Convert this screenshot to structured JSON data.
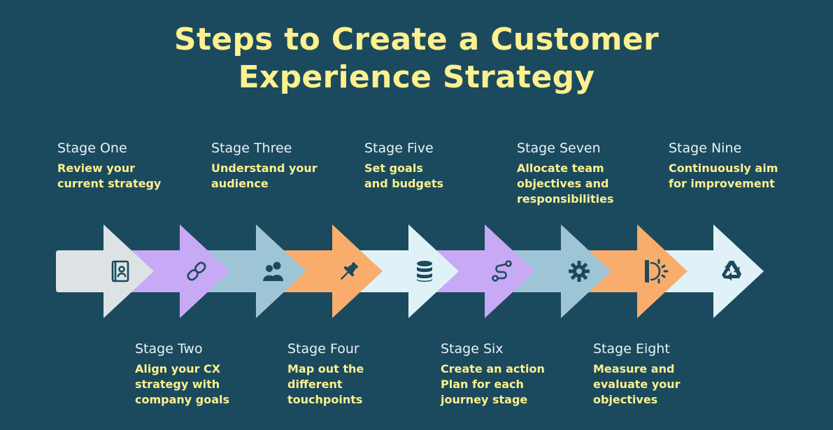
{
  "title": {
    "line1": "Steps to Create a Customer",
    "line2": "Experience Strategy"
  },
  "stages": [
    {
      "label": "Stage One",
      "desc": [
        "Review your",
        "current strategy"
      ],
      "color": "#dde3e5",
      "icon": "contact-book-icon"
    },
    {
      "label": "Stage Two",
      "desc": [
        "Align your CX",
        "strategy with",
        "company goals"
      ],
      "color": "#c7a9f6",
      "icon": "link-icon"
    },
    {
      "label": "Stage Three",
      "desc": [
        "Understand your",
        "audience"
      ],
      "color": "#9ec5d5",
      "icon": "users-icon"
    },
    {
      "label": "Stage Four",
      "desc": [
        "Map out the",
        "different",
        "touchpoints"
      ],
      "color": "#f8ad6c",
      "icon": "pushpin-icon"
    },
    {
      "label": "Stage Five",
      "desc": [
        "Set goals",
        "and budgets"
      ],
      "color": "#e0f2f8",
      "icon": "database-icon"
    },
    {
      "label": "Stage Six",
      "desc": [
        "Create an action",
        "Plan for each",
        "journey stage"
      ],
      "color": "#c7a9f6",
      "icon": "route-icon"
    },
    {
      "label": "Stage Seven",
      "desc": [
        "Allocate team",
        "objectives and",
        "responsibilities"
      ],
      "color": "#9ec5d5",
      "icon": "gear-icon"
    },
    {
      "label": "Stage Eight",
      "desc": [
        "Measure and",
        "evaluate your",
        "objectives"
      ],
      "color": "#f8ad6c",
      "icon": "ruler-gear-icon"
    },
    {
      "label": "Stage Nine",
      "desc": [
        "Continuously aim",
        "for improvement"
      ],
      "color": "#e0f2f8",
      "icon": "recycle-icon"
    }
  ],
  "colors": {
    "background": "#1b4a5e",
    "title": "#fdf08f",
    "icon": "#1b4a5e"
  }
}
